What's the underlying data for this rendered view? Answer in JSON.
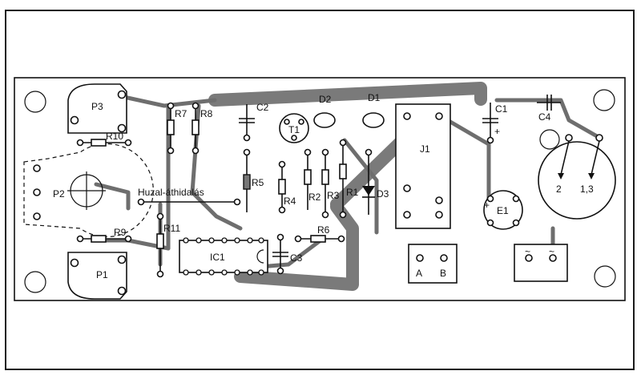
{
  "labels": {
    "p3": "P3",
    "p2": "P2",
    "p1": "P1",
    "r10": "R10",
    "r9": "R9",
    "r7": "R7",
    "r8": "R8",
    "r11": "R11",
    "r5": "R5",
    "r4": "R4",
    "r2": "R2",
    "r3": "R3",
    "r1": "R1",
    "r6": "R6",
    "c2": "C2",
    "c1": "C1",
    "c3": "C3",
    "c4": "C4",
    "d1": "D1",
    "d2": "D2",
    "d3": "D3",
    "t1": "T1",
    "j1": "J1",
    "ic1": "IC1",
    "e1": "E1",
    "bridge": "Huzal-áthidalás",
    "a": "A",
    "b": "B",
    "speaker_2": "2",
    "speaker_13": "1,3",
    "plus": "+",
    "tilde": "~"
  },
  "colors": {
    "trace": "#6e6e6e",
    "ink": "#111111",
    "paper": "#ffffff"
  }
}
